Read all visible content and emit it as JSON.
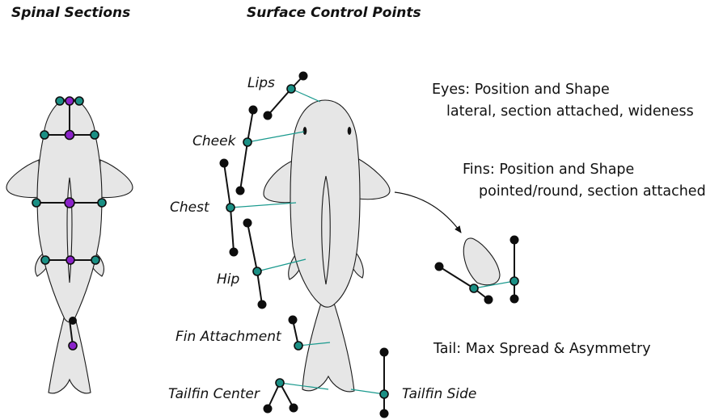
{
  "titles": {
    "spinal": "Spinal Sections",
    "surface": "Surface Control Points"
  },
  "labels": {
    "lips": "Lips",
    "cheek": "Cheek",
    "chest": "Chest",
    "hip": "Hip",
    "fin_attachment": "Fin Attachment",
    "tailfin_center": "Tailfin Center",
    "tailfin_side": "Tailfin Side"
  },
  "descriptions": {
    "eyes_title": "Eyes: Position and Shape",
    "eyes_detail": "lateral, section attached, wideness",
    "fins_title": "Fins: Position and Shape",
    "fins_detail": "pointed/round, section attached",
    "tail": "Tail: Max Spread & Asymmetry"
  },
  "colors": {
    "teal": "#1a8f84",
    "purple": "#8a22c9",
    "body": "#e6e6e6",
    "leader": "#1a9a8e"
  }
}
